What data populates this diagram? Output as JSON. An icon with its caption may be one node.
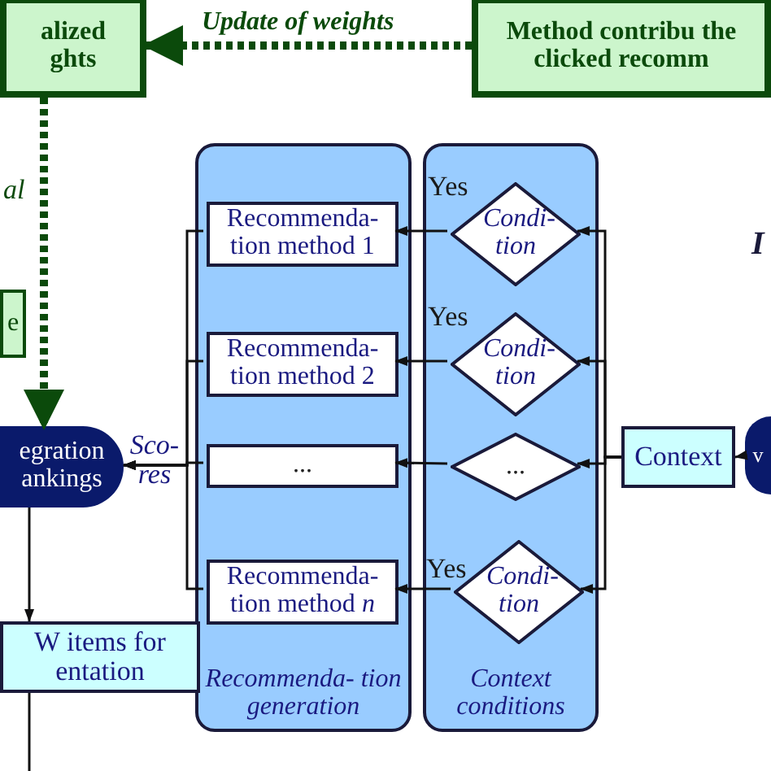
{
  "diagram": {
    "nodes": [
      {
        "text": [
          "alized ghts"
        ]
      },
      {
        "text": [
          "Method contribu the clicked recomm"
        ]
      },
      {
        "text": [
          "e"
        ]
      },
      {
        "text": [
          "Recommenda- tion generation"
        ]
      },
      {
        "text": [
          "Context conditions"
        ]
      },
      {
        "text": [
          "Recommenda- tion method 1"
        ],
        "in": 3
      },
      {
        "text": [
          "Recommenda- tion method 2"
        ],
        "in": 3
      },
      {
        "text": [
          "..."
        ],
        "in": 3
      },
      {
        "text": [
          "Recommenda- tion method *n*"
        ],
        "in": 3
      },
      {
        "text": [
          "Condi- tion"
        ],
        "in": 4
      },
      {
        "text": [
          "Condi- tion"
        ],
        "in": 4
      },
      {
        "text": [
          "..."
        ],
        "in": 4
      },
      {
        "text": [
          "Condi- tion"
        ],
        "in": 4
      },
      {
        "text": [
          "Context"
        ]
      },
      {
        "text": [
          "v"
        ]
      },
      {
        "text": [
          "egration ankings"
        ]
      },
      {
        "text": [
          "W items for entation"
        ]
      }
    ],
    "edges": [
      {
        "from": 1,
        "to": 0,
        "arrow": "to",
        "label": "Update of weights",
        "style": "dashed",
        "color": "#0b4a0b"
      },
      {
        "from": 0,
        "to": 15,
        "arrow": "to",
        "label": "al",
        "style": "dashed",
        "color": "#0b4a0b"
      },
      {
        "from": 13,
        "to": 9,
        "arrow": "to"
      },
      {
        "from": 13,
        "to": 10,
        "arrow": "to"
      },
      {
        "from": 13,
        "to": 11,
        "arrow": "to"
      },
      {
        "from": 13,
        "to": 12,
        "arrow": "to"
      },
      {
        "from": 9,
        "to": 5,
        "arrow": "to",
        "label": "Yes"
      },
      {
        "from": 10,
        "to": 6,
        "arrow": "to",
        "label": "Yes"
      },
      {
        "from": 11,
        "to": 7,
        "arrow": "to"
      },
      {
        "from": 12,
        "to": 8,
        "arrow": "to",
        "label": "Yes"
      },
      {
        "from": 5,
        "to": 15,
        "arrow": "to",
        "label": "Sco- res"
      },
      {
        "from": 6,
        "to": 15,
        "arrow": "to"
      },
      {
        "from": 7,
        "to": 15,
        "arrow": "to"
      },
      {
        "from": 8,
        "to": 15,
        "arrow": "to"
      },
      {
        "from": 14,
        "to": 13,
        "arrow": "to"
      },
      {
        "from": 15,
        "to": 16,
        "arrow": "to"
      },
      {
        "from": 16,
        "to": null,
        "arrow": "none"
      }
    ],
    "labels": [
      "I"
    ]
  }
}
